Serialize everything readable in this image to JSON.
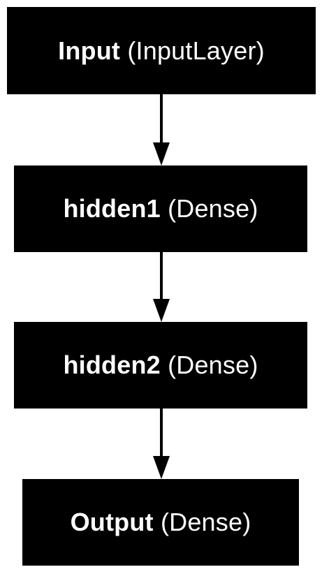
{
  "nodes": [
    {
      "id": "input",
      "name": "Input",
      "type": "(InputLayer)"
    },
    {
      "id": "hidden1",
      "name": "hidden1",
      "type": "(Dense)"
    },
    {
      "id": "hidden2",
      "name": "hidden2",
      "type": "(Dense)"
    },
    {
      "id": "output",
      "name": "Output",
      "type": "(Dense)"
    }
  ],
  "edges": [
    {
      "from": "input",
      "to": "hidden1"
    },
    {
      "from": "hidden1",
      "to": "hidden2"
    },
    {
      "from": "hidden2",
      "to": "output"
    }
  ],
  "colors": {
    "node_fill": "#000000",
    "node_text": "#ffffff",
    "edge": "#000000",
    "background": "#ffffff"
  }
}
